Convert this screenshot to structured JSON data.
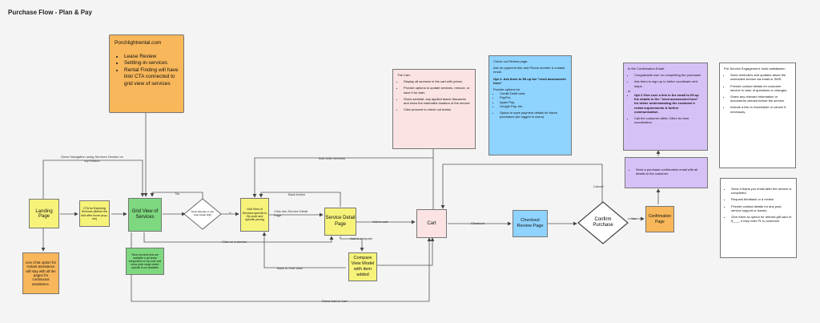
{
  "title": "Purchase Flow - Plan & Pay",
  "nodes": {
    "landing": "Landing Page",
    "cta_exploring": "CTA for Exploring Services (Before the fold after hover prop-ins)",
    "grid_view": "Grid View of Services",
    "decision": "Enter Zipcode or use Auto-locate (Zip)",
    "grid_zip": "Grid View of Services specific to Zip code and specific pricing",
    "service_detail": "Service Detail Page",
    "compare": "Compare View Model with item added",
    "cart": "Cart",
    "checkout_review": "Checkout Review Page",
    "confirm": "Confirm Purchase",
    "confirmation": "Confirmation Page"
  },
  "notes": {
    "live_chat": "Live Chat option for instant assistance will stay with all the pages for continuous assistance.",
    "green_note": "Show services that are available in all areas irrespective of Zip code and show price range where specific is not available"
  },
  "porch": {
    "heading": "Porchlightrental.com",
    "items": [
      "Lease Review",
      "Settling-in-services",
      "Rental Finding will have link/ CTA connected to grid view of services"
    ]
  },
  "cart_card": {
    "heading": "The Cart:",
    "items": [
      "Display all services in the cart with prices.",
      "Provide options to update services, remove, or save it for later.",
      "Show subtotal, any applied taxes/ discounts and show the estimated duration of the service",
      "Click proceed to check out button"
    ]
  },
  "checkout_card": {
    "p1": "Check out Review page:",
    "p2": "Ask for payment info and Phone number & contact email.",
    "p3": "Opt 1: Ask them to fill up the \"need assessment form\"",
    "p4": "Provide options for",
    "items": [
      "Credit/ Debit card,",
      "PayPal,",
      "Apple Pay,",
      "Google Pay, etc."
    ],
    "items2": [
      "Option to save payment details for future purchases (for logged in users)."
    ]
  },
  "confirm_email_card": {
    "heading": "In the Confirmation Email:",
    "items": [
      "Congratulate user on completing the purchase!",
      "Ask them to sign up to better coordinate next steps."
    ],
    "or": "or",
    "opt2": "Opt 2 Give user a link in the email to fill up the details in the \"need assessment form\" for better understanding the customer's rental requirements & further communication.",
    "call": "Call the customer within 24hrs for best coordination"
  },
  "purchase_email_card": {
    "items": [
      "Send a purchase confirmation email with all details to the customer."
    ]
  },
  "pre_service_card": {
    "heading": "Pre-Service Engagement: build satisfaction",
    "items": [
      "Send reminders and updates about the scheduled service via email or SMS.",
      "Provide contact details for customer service in case of questions or changes.",
      "Share any relevant information or documents needed before the service.",
      "Include a link to reschedule or cancel if necessary."
    ]
  },
  "post_service_card": {
    "items": [
      "Send a thank you email after the service is completed.",
      "Request feedback or a review.",
      "Provide contact details for any post-service support or issues.",
      "Give them an option for referral gift card of $____ if they refer PL to someone"
    ]
  },
  "edges": {
    "direct_nav": "Direct Navigation using Services Section on top Ribbon",
    "no": "No",
    "yes_y": "Y",
    "back_button": "Back button",
    "click_into": "Click Into Service Detail Page",
    "add_other": "Add other services",
    "add_to_cart": "Add to cart",
    "add_to_compare": "Add to compare",
    "back_to_grid": "Back to Grid View",
    "click_on_service": "Click on a service",
    "direct_add": "Direct Add to Cart",
    "checkout": "Checkout",
    "yes": "Yes",
    "cancel": "Cancel"
  }
}
